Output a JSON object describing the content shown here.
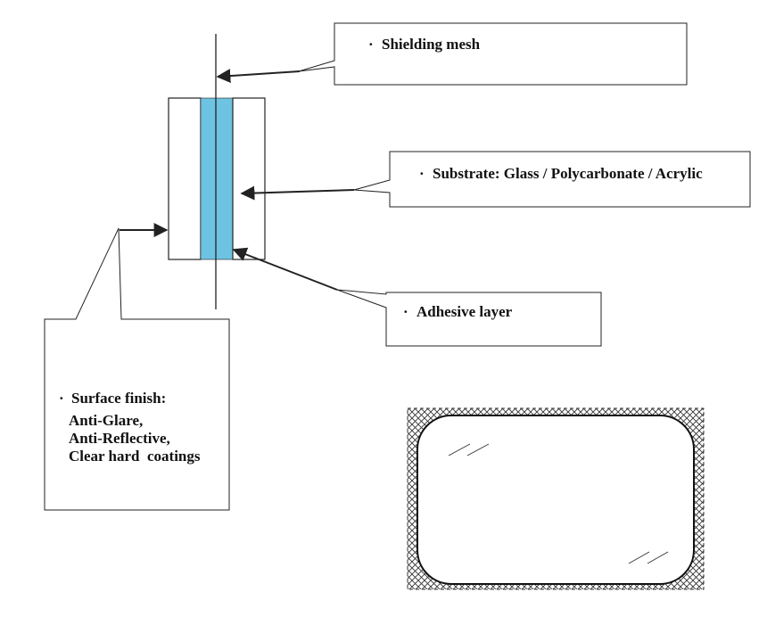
{
  "callouts": {
    "shielding_mesh": "Shielding mesh",
    "substrate": "Substrate: Glass / Polycarbonate / Acrylic",
    "adhesive": "Adhesive layer",
    "surface_title": "Surface finish:",
    "surface_lines": [
      "Anti-Glare,",
      "Anti-Reflective,",
      "Clear hard  coatings"
    ]
  },
  "bullet": "·",
  "colors": {
    "adhesive_layer": "#6ec3e2",
    "line": "#222222",
    "hatch": "#333333",
    "background": "#ffffff"
  }
}
